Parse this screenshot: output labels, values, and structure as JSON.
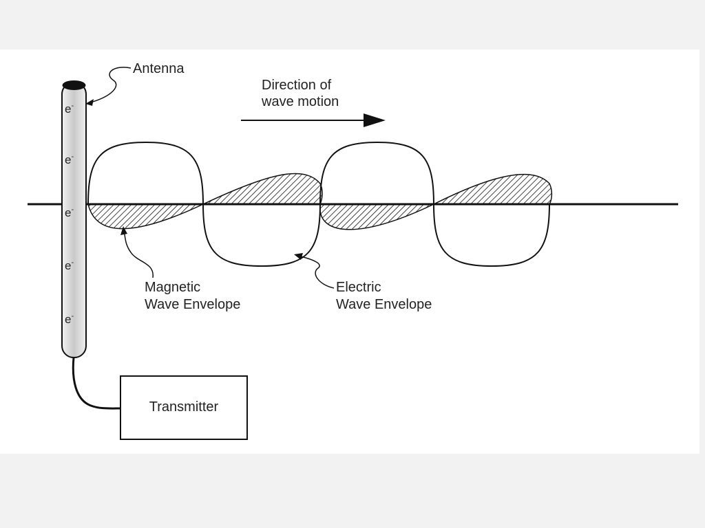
{
  "labels": {
    "antenna": "Antenna",
    "direction_line1": "Direction of",
    "direction_line2": "wave motion",
    "magnetic_line1": "Magnetic",
    "magnetic_line2": "Wave Envelope",
    "electric_line1": "Electric",
    "electric_line2": "Wave Envelope",
    "transmitter": "Transmitter"
  },
  "electron_symbol": "e",
  "electron_charge": "-",
  "colors": {
    "ink": "#111111",
    "antenna_fill": "#d9d9d9",
    "page": "#ffffff",
    "background": "#f2f2f2"
  }
}
